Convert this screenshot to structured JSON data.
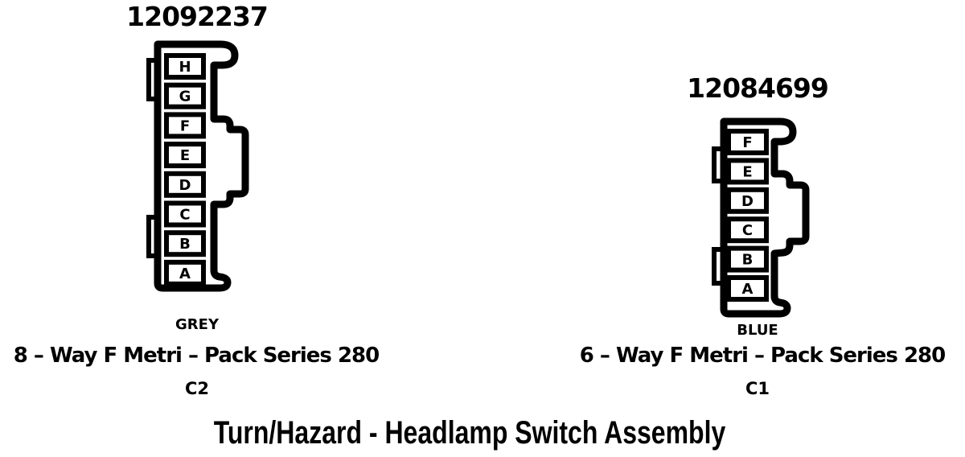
{
  "title": "Turn/Hazard - Headlamp Switch Assembly",
  "connectors": [
    {
      "id": "C2",
      "part_number": "12092237",
      "color_label": "GREY",
      "series_label": "8 – Way F Metri – Pack Series 280",
      "ref_label": "C2",
      "pins": [
        "H",
        "G",
        "F",
        "E",
        "D",
        "C",
        "B",
        "A"
      ]
    },
    {
      "id": "C1",
      "part_number": "12084699",
      "color_label": "BLUE",
      "series_label": "6 – Way F Metri – Pack Series 280",
      "ref_label": "C1",
      "pins": [
        "F",
        "E",
        "D",
        "C",
        "B",
        "A"
      ]
    }
  ],
  "colors": {
    "ink": "#000000",
    "background": "#ffffff"
  }
}
